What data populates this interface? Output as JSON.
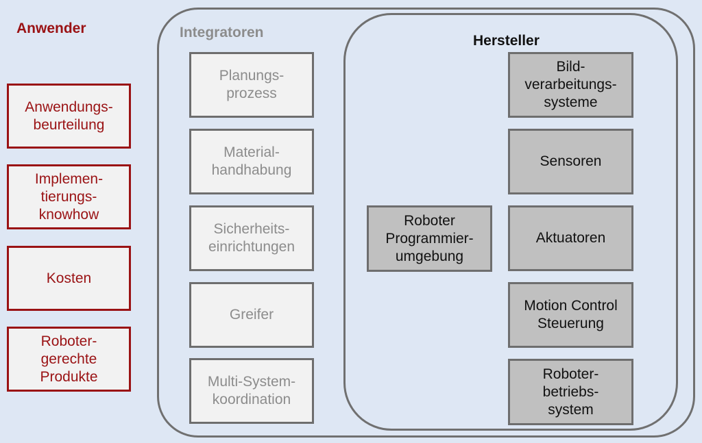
{
  "colors": {
    "background": "#dee7f4",
    "anwender_accent": "#9a1214",
    "integratoren_text": "#8c8c8c",
    "hersteller_box": "#c0c0c0",
    "border_gray": "#707070"
  },
  "anwender": {
    "title": "Anwender",
    "items": [
      "Anwendungs-\nbeurteilung",
      "Implemen-\ntierungs-\nknowhow",
      "Kosten",
      "Roboter-\ngerechte\nProdukte"
    ]
  },
  "integratoren": {
    "title": "Integratoren",
    "items": [
      "Planungs-\nprozess",
      "Material-\nhandhabung",
      "Sicherheits-\neinrichtungen",
      "Greifer",
      "Multi-System-\nkoordination"
    ]
  },
  "hersteller": {
    "title": "Hersteller",
    "center_item": "Roboter\nProgrammier-\numgebung",
    "items": [
      "Bild-\nverarbeitungs-\nsysteme",
      "Sensoren",
      "Aktuatoren",
      "Motion Control\nSteuerung",
      "Roboter-\nbetriebs-\nsystem"
    ]
  }
}
